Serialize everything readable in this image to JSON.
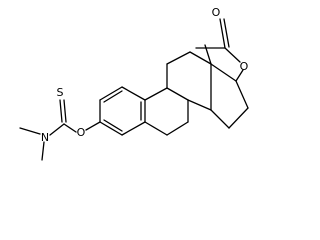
{
  "molecule": {
    "atoms": {
      "carbonyl_oxygen": "O",
      "ester_oxygen": "O",
      "methyl": "CH3",
      "acetyl_carbon": "C",
      "acetyl_methyl": "CH3",
      "aryl_oxygen": "O",
      "thiocarbonyl_sulfur": "S",
      "thiocarbamate_carbon": "C",
      "nitrogen": "N",
      "n_methyl_top": "CH3",
      "n_methyl_bottom": "CH3"
    }
  }
}
